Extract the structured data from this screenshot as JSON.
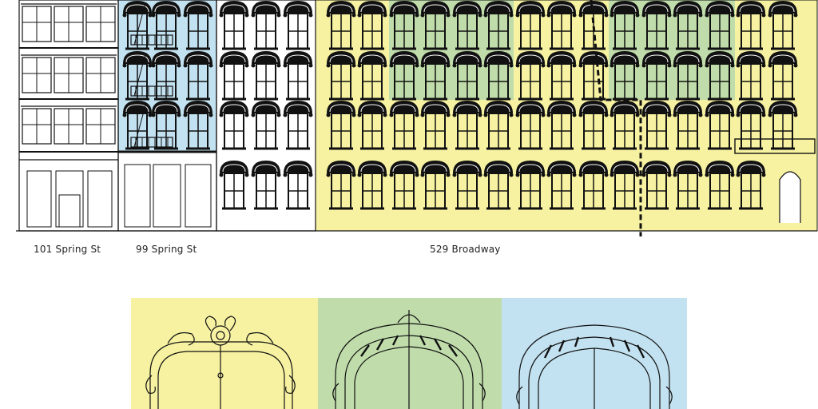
{
  "labels": {
    "building_101": "101 Spring St",
    "building_99": "99 Spring St",
    "building_529": "529 Broadway"
  },
  "colors": {
    "yellow": "#f7f2a1",
    "green": "#bfdcaa",
    "blue": "#c3e2f1",
    "line": "#111111"
  },
  "icons": {
    "window": "arched-window-icon",
    "fire_escape": "fire-escape-icon",
    "lintel_detail": "ornamental-lintel-icon"
  }
}
